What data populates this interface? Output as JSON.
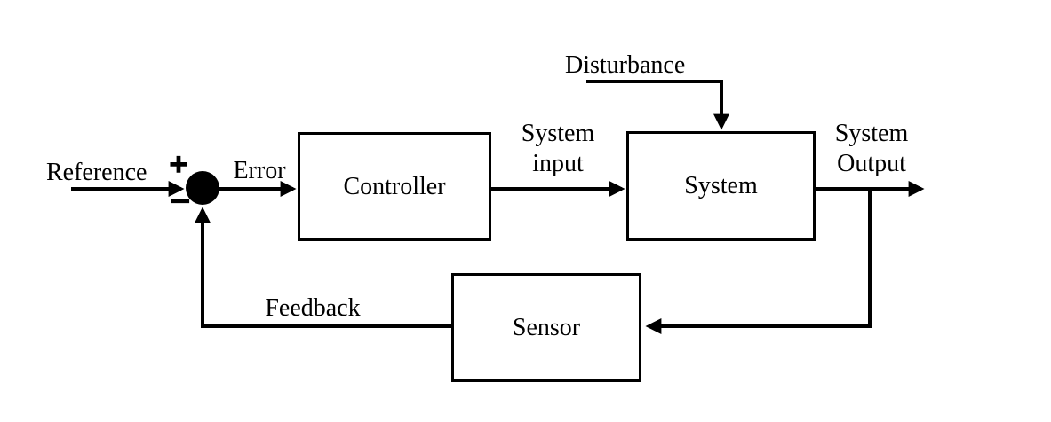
{
  "diagram": {
    "background_color": "#ffffff",
    "line_color": "#000000",
    "blocks": {
      "controller": "Controller",
      "system": "System",
      "sensor": "Sensor"
    },
    "labels": {
      "reference": "Reference",
      "error": "Error",
      "system_input": [
        "System",
        "input"
      ],
      "disturbance": "Disturbance",
      "system_output": [
        "System",
        "Output"
      ],
      "feedback": "Feedback"
    },
    "summing_junction": {
      "plus": "+",
      "minus": "−"
    }
  }
}
